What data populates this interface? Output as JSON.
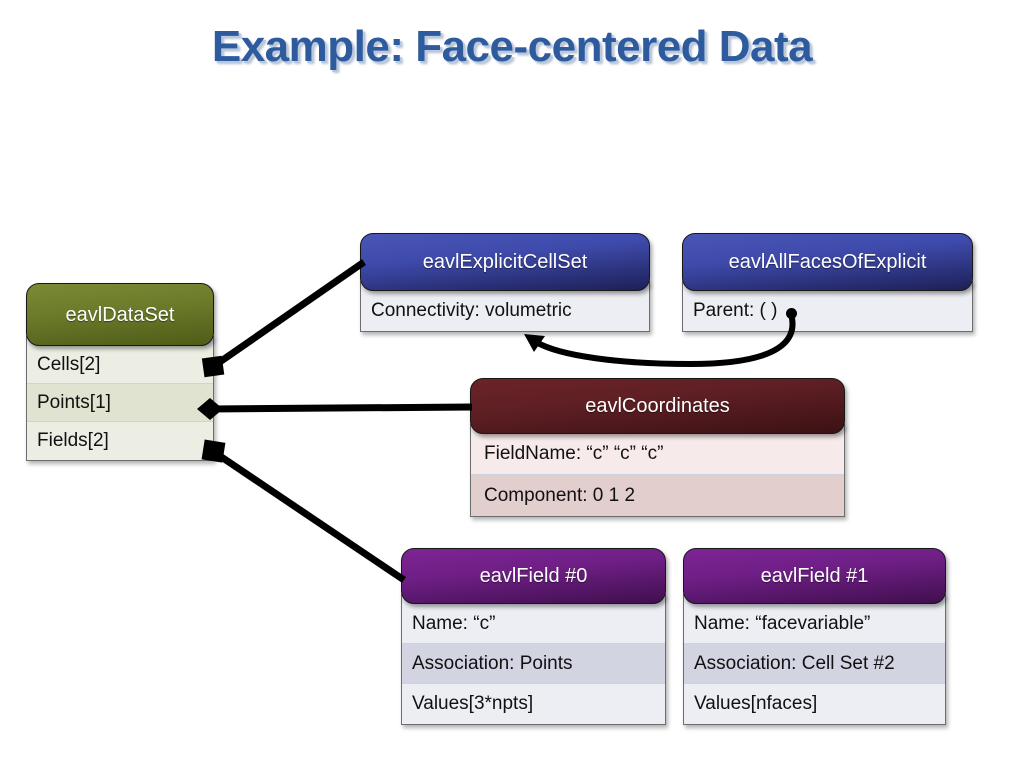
{
  "slide": {
    "title": "Example: Face-centered Data",
    "background": "#ffffff",
    "title_color": "#2e5b9e"
  },
  "boxes": {
    "dataset": {
      "name": "eavlDataSet",
      "header_color": "#6c7b2a",
      "rows": [
        {
          "text": "Cells[2]"
        },
        {
          "text": "Points[1]"
        },
        {
          "text": "Fields[2]"
        }
      ]
    },
    "cellset": {
      "name": "eavlExplicitCellSet",
      "header_color": "#3f4bac",
      "rows": [
        {
          "text": "Connectivity:  volumetric"
        }
      ]
    },
    "allfaces": {
      "name": "eavlAllFacesOfExplicit",
      "header_color": "#3f4bac",
      "rows": [
        {
          "text": "Parent: (    )"
        }
      ]
    },
    "coordinates": {
      "name": "eavlCoordinates",
      "header_color": "#5e1f24",
      "rows": [
        {
          "text": "FieldName: “c” “c” “c”"
        },
        {
          "text": "Component: 0    1     2"
        }
      ]
    },
    "field0": {
      "name": "eavlField #0",
      "header_color": "#6f1f86",
      "rows": [
        {
          "text": "Name: “c”"
        },
        {
          "text": "Association: Points"
        },
        {
          "text": "Values[3*npts]"
        }
      ]
    },
    "field1": {
      "name": "eavlField #1",
      "header_color": "#6f1f86",
      "rows": [
        {
          "text": "Name: “facevariable”"
        },
        {
          "text": "Association: Cell Set #2"
        },
        {
          "text": "Values[nfaces]"
        }
      ]
    }
  },
  "connectors": {
    "line_color": "#000000",
    "items": [
      {
        "name": "cells-to-cellset",
        "marker": "filled-square"
      },
      {
        "name": "points-to-coordinates",
        "marker": "filled-diamond"
      },
      {
        "name": "fields-to-field0",
        "marker": "filled-square"
      },
      {
        "name": "parent-pointer-arrow",
        "marker": "arrowhead"
      }
    ]
  }
}
